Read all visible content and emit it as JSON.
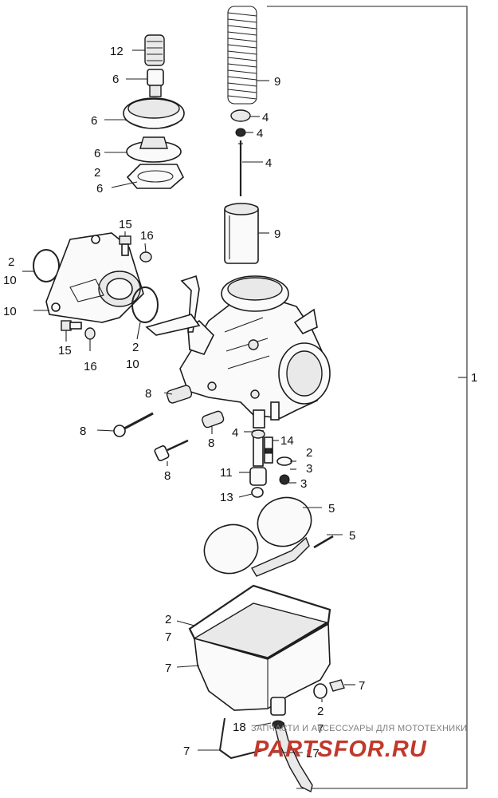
{
  "diagram": {
    "assembly_label": "1",
    "callouts": {
      "c12": "12",
      "c6_a": "6",
      "c6_b": "6",
      "c6_c": "6",
      "c2_top": "2",
      "c6_d": "6",
      "c9_top": "9",
      "c4_a": "4",
      "c4_b": "4",
      "c4_c": "4",
      "c9_mid": "9",
      "c15_top": "15",
      "c16_top": "16",
      "c2_left": "2",
      "c10_left": "10",
      "c10_left2": "10",
      "c15_bot": "15",
      "c16_bot": "16",
      "c2_mid": "2",
      "c10_mid": "10",
      "c8_a": "8",
      "c8_b": "8",
      "c8_c": "8",
      "c8_d": "8",
      "c4_d": "4",
      "c14": "14",
      "c2_r": "2",
      "c3_a": "3",
      "c3_b": "3",
      "c11": "11",
      "c13": "13",
      "c5_a": "5",
      "c5_b": "5",
      "c2_bowl": "2",
      "c7_a": "7",
      "c7_b": "7",
      "c7_c": "7",
      "c2_drain": "2",
      "c7_d": "7",
      "c18": "18",
      "c7_e": "7",
      "c17": "17"
    },
    "watermark": {
      "tagline": "ЗАПЧАСТИ И АКСЕССУАРЫ ДЛЯ МОТОТЕХНИКИ",
      "brand": "PARTSFOR.RU"
    }
  }
}
